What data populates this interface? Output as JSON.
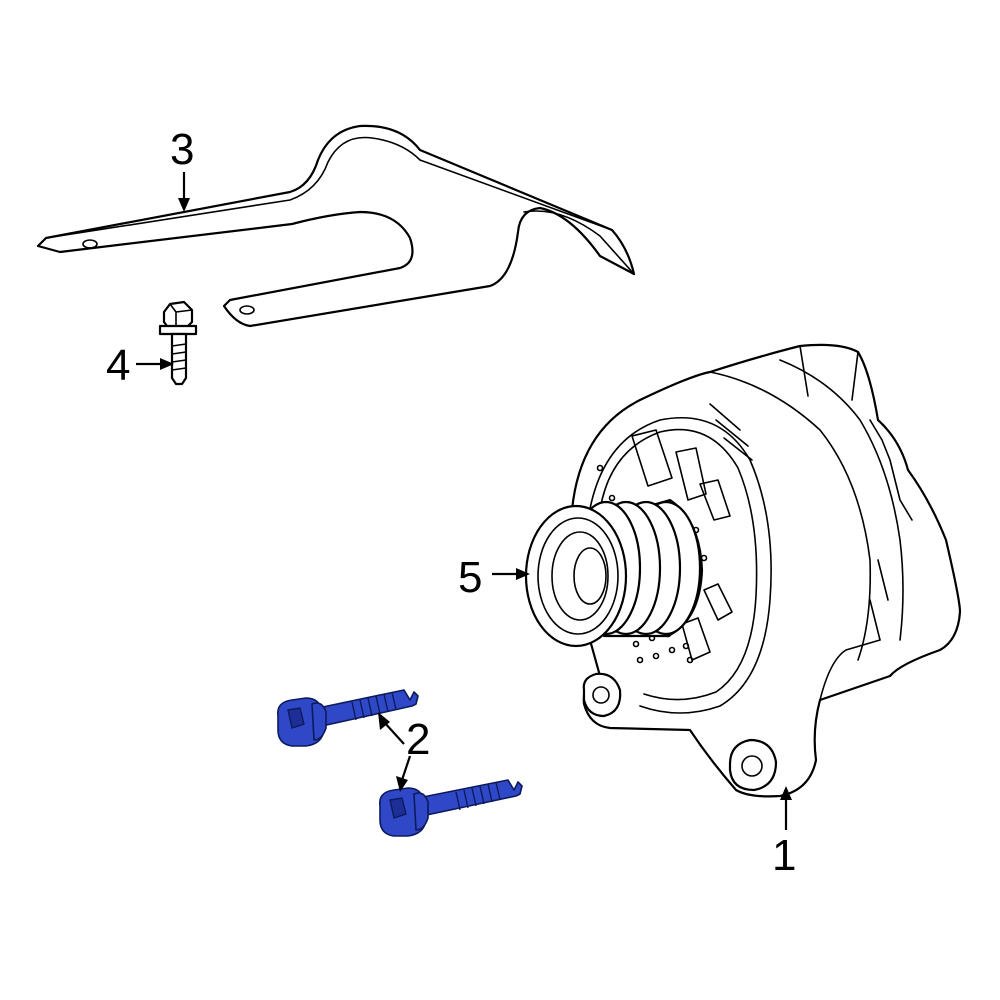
{
  "callouts": [
    {
      "id": "1",
      "label": "1"
    },
    {
      "id": "2",
      "label": "2"
    },
    {
      "id": "3",
      "label": "3"
    },
    {
      "id": "4",
      "label": "4"
    },
    {
      "id": "5",
      "label": "5"
    }
  ],
  "colors": {
    "line": "#000000",
    "highlight_part": "#2f48c8",
    "background": "#ffffff"
  }
}
